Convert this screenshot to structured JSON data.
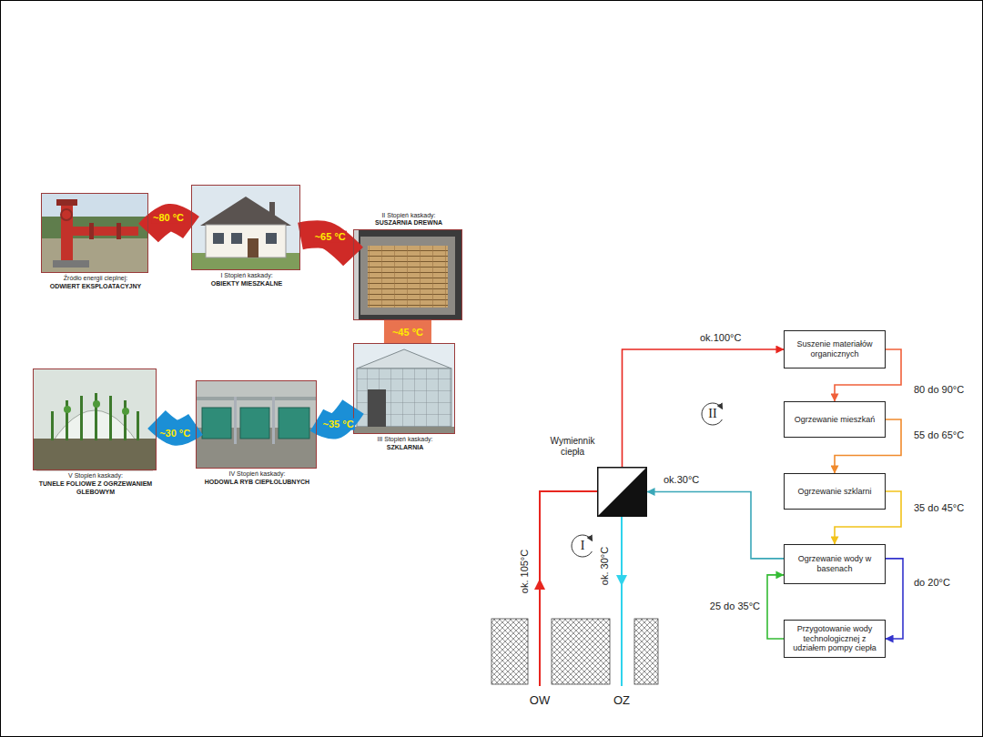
{
  "diagram": {
    "nodes": [
      {
        "text": [
          "Źródło energii cieplnej:",
          "ODWIERT EKSPLOATACYJNY"
        ]
      },
      {
        "text": [
          "I Stopień kaskady:",
          "OBIEKTY MIESZKALNE"
        ]
      },
      {
        "text": [
          "II Stopień kaskady:",
          "SUSZARNIA DREWNA"
        ]
      },
      {
        "text": [
          "III Stopień kaskady:",
          "SZKLARNIA"
        ]
      },
      {
        "text": [
          "IV Stopień kaskady:",
          "HODOWLA RYB CIEPŁOLUBNYCH"
        ]
      },
      {
        "text": [
          "V Stopień kaskady:",
          "TUNELE FOLIOWE Z OGRZEWANIEM GLEBOWYM"
        ]
      },
      {
        "text": [
          "Wymiennik ciepła"
        ]
      },
      {
        "text": [
          "Suszenie materiałów organicznych"
        ]
      },
      {
        "text": [
          "Ogrzewanie mieszkań"
        ]
      },
      {
        "text": [
          "Ogrzewanie szklarni"
        ]
      },
      {
        "text": [
          "Ogrzewanie wody w basenach"
        ]
      },
      {
        "text": [
          "Przygotowanie wody technologicznej z udziałem pompy ciepła"
        ]
      }
    ],
    "edges": [
      {
        "from": 0,
        "to": 1,
        "label": "~80 °C",
        "arrow": "none"
      },
      {
        "from": 1,
        "to": 2,
        "label": "~65 °C",
        "arrow": "none"
      },
      {
        "from": 2,
        "to": 3,
        "label": "~45 °C",
        "arrow": "none"
      },
      {
        "from": 3,
        "to": 4,
        "label": "~35 °C",
        "arrow": "none"
      },
      {
        "from": 4,
        "to": 5,
        "label": "~30 °C",
        "arrow": "none"
      },
      {
        "from": 6,
        "to": 7,
        "label": "ok.100°C",
        "arrow": "to"
      },
      {
        "from": 7,
        "to": 8,
        "label": "80 do 90°C",
        "arrow": "to"
      },
      {
        "from": 8,
        "to": 9,
        "label": "55 do 65°C",
        "arrow": "to"
      },
      {
        "from": 9,
        "to": 10,
        "label": "35 do 45°C",
        "arrow": "to"
      },
      {
        "from": 10,
        "to": 11,
        "label": "do 20°C",
        "arrow": "to"
      },
      {
        "from": 11,
        "to": 10,
        "label": "25 do 35°C",
        "arrow": "to"
      },
      {
        "from": 10,
        "to": 6,
        "label": "ok.30°C",
        "arrow": "to"
      }
    ],
    "labels": [
      "ok. 105°C",
      "ok. 30°C",
      "I",
      "II",
      "OW",
      "OZ"
    ]
  }
}
